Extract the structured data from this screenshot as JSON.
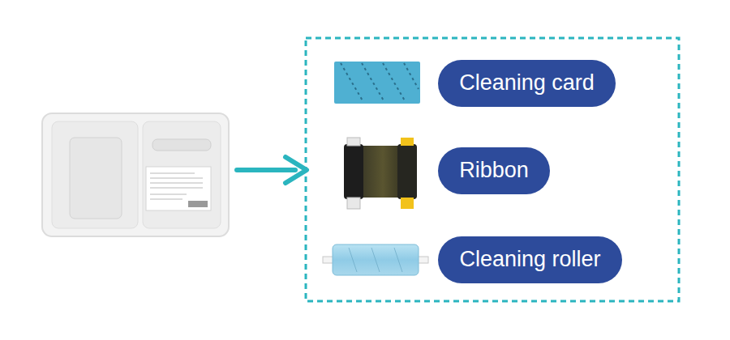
{
  "diagram": {
    "nodes": [
      {
        "text": [
          "Cleaning card"
        ]
      },
      {
        "text": [
          "Ribbon"
        ]
      },
      {
        "text": [
          "Cleaning roller"
        ]
      }
    ]
  }
}
